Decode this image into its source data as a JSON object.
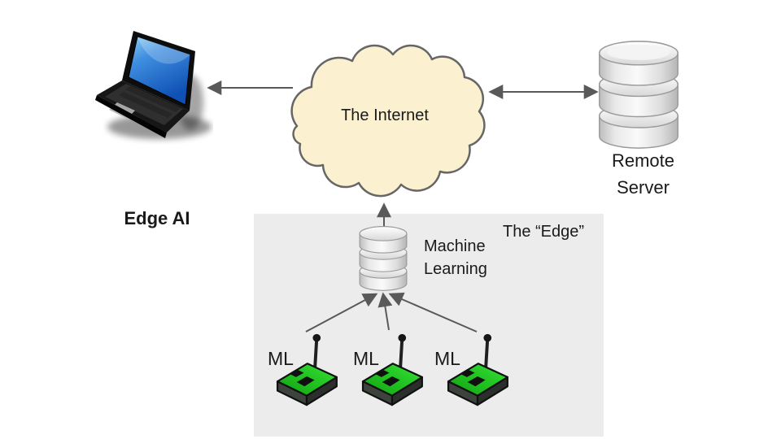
{
  "diagram": {
    "internet_cloud": {
      "label": "The Internet",
      "fill": "#FBF0D0",
      "stroke": "#666666"
    },
    "edge_ai": {
      "label": "Edge AI"
    },
    "remote_server": {
      "line1": "Remote",
      "line2": "Server"
    },
    "edge_box": {
      "label": "The “Edge”",
      "bg": "#ECECEC"
    },
    "ml_database": {
      "line1": "Machine",
      "line2": "Learning"
    },
    "devices": [
      {
        "label": "ML"
      },
      {
        "label": "ML"
      },
      {
        "label": "ML"
      }
    ],
    "colors": {
      "arrow": "#595959",
      "device_green_dark": "#12A012",
      "device_green_light": "#3BE33B",
      "laptop_screen_blue": "#2E7BD6",
      "database_gray": "#E6E6E6"
    }
  }
}
